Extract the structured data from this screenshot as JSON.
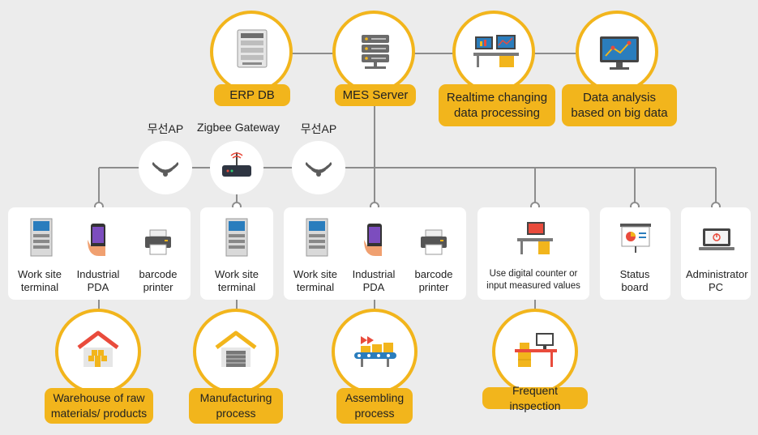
{
  "top": {
    "erp_db": "ERP DB",
    "mes_server": "MES Server",
    "realtime": "Realtime changing data processing",
    "analysis": "Data analysis based on big data"
  },
  "network": {
    "ap_left": "무선AP",
    "zigbee": "Zigbee Gateway",
    "ap_right": "무선AP"
  },
  "devices": {
    "terminal": "Work site terminal",
    "pda": "Industrial PDA",
    "printer": "barcode printer",
    "digital_counter": "Use digital counter or input measured values",
    "status_board": "Status board",
    "admin_pc": "Administrator PC"
  },
  "processes": {
    "warehouse": "Warehouse of raw materials/ products",
    "manufacturing": "Manufacturing process",
    "assembling": "Assembling process",
    "inspection": "Frequent inspection"
  },
  "colors": {
    "accent": "#f2b51c",
    "line": "#8d8d8d",
    "background": "#ececec"
  }
}
